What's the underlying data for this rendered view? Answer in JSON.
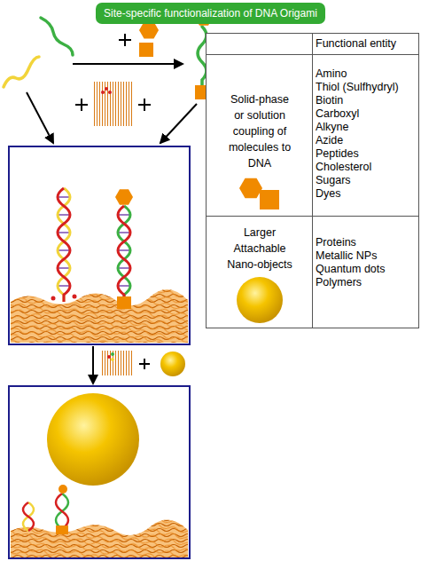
{
  "diagram": {
    "title": "Site-specific functionalization of DNA Origami",
    "nodes": [
      {
        "text": [
          "Functional entity"
        ]
      },
      {
        "text": [
          "Solid-phase or solution coupling of molecules to DNA",
          "Amino",
          "Thiol (Sulfhydryl)",
          "Biotin",
          "Carboxyl",
          "Alkyne",
          "Azide",
          "Peptides",
          "Cholesterol",
          "Sugars",
          "Dyes"
        ],
        "in": 0
      },
      {
        "text": [
          "Larger Attachable Nano-objects",
          "Proteins",
          "Metallic NPs",
          "Quantum dots",
          "Polymers"
        ],
        "in": 0
      }
    ]
  }
}
